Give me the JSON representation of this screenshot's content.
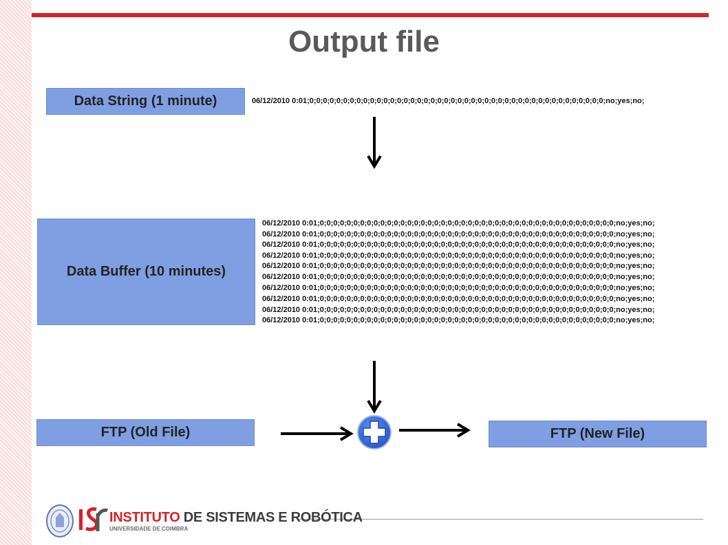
{
  "title": "Output file",
  "data_string": {
    "label": "Data String (1 minute)",
    "value": "06/12/2010 0:01;0;0;0;0;0;0;0;0;0;0;0;0;0;0;0;0;0;0;0;0;0;0;0;0;0;0;0;0;0;0;0;0;0;0;0;0;0;0;0;0;0;0;0;0;no;yes;no;"
  },
  "data_buffer": {
    "label": "Data Buffer (10 minutes)",
    "lines": [
      "06/12/2010 0:01;0;0;0;0;0;0;0;0;0;0;0;0;0;0;0;0;0;0;0;0;0;0;0;0;0;0;0;0;0;0;0;0;0;0;0;0;0;0;0;0;0;0;0;0;no;yes;no;",
      "06/12/2010 0:01;0;0;0;0;0;0;0;0;0;0;0;0;0;0;0;0;0;0;0;0;0;0;0;0;0;0;0;0;0;0;0;0;0;0;0;0;0;0;0;0;0;0;0;0;no;yes;no;",
      "06/12/2010 0:01;0;0;0;0;0;0;0;0;0;0;0;0;0;0;0;0;0;0;0;0;0;0;0;0;0;0;0;0;0;0;0;0;0;0;0;0;0;0;0;0;0;0;0;0;no;yes;no;",
      "06/12/2010 0:01;0;0;0;0;0;0;0;0;0;0;0;0;0;0;0;0;0;0;0;0;0;0;0;0;0;0;0;0;0;0;0;0;0;0;0;0;0;0;0;0;0;0;0;0;no;yes;no;",
      "06/12/2010 0:01;0;0;0;0;0;0;0;0;0;0;0;0;0;0;0;0;0;0;0;0;0;0;0;0;0;0;0;0;0;0;0;0;0;0;0;0;0;0;0;0;0;0;0;0;no;yes;no;",
      "06/12/2010 0:01;0;0;0;0;0;0;0;0;0;0;0;0;0;0;0;0;0;0;0;0;0;0;0;0;0;0;0;0;0;0;0;0;0;0;0;0;0;0;0;0;0;0;0;0;no;yes;no;",
      "06/12/2010 0:01;0;0;0;0;0;0;0;0;0;0;0;0;0;0;0;0;0;0;0;0;0;0;0;0;0;0;0;0;0;0;0;0;0;0;0;0;0;0;0;0;0;0;0;0;no;yes;no;",
      "06/12/2010 0:01;0;0;0;0;0;0;0;0;0;0;0;0;0;0;0;0;0;0;0;0;0;0;0;0;0;0;0;0;0;0;0;0;0;0;0;0;0;0;0;0;0;0;0;0;no;yes;no;",
      "06/12/2010 0:01;0;0;0;0;0;0;0;0;0;0;0;0;0;0;0;0;0;0;0;0;0;0;0;0;0;0;0;0;0;0;0;0;0;0;0;0;0;0;0;0;0;0;0;0;no;yes;no;",
      "06/12/2010 0:01;0;0;0;0;0;0;0;0;0;0;0;0;0;0;0;0;0;0;0;0;0;0;0;0;0;0;0;0;0;0;0;0;0;0;0;0;0;0;0;0;0;0;0;0;no;yes;no;"
    ]
  },
  "ftp_old": {
    "label": "FTP (Old File)"
  },
  "ftp_new": {
    "label": "FTP (New File)"
  },
  "merge_symbol": "+",
  "footer": {
    "logo_text_highlight": "INSTITUTO",
    "logo_text_rest": " DE SISTEMAS E ROBÓTICA",
    "logo_subtext": "UNIVERSIDADE DE COIMBRA",
    "logo_mark": "ISR"
  },
  "colors": {
    "accent_bar": "#d92024",
    "box_fill": "#7f9fe2",
    "title_text": "#5a5a5a",
    "plus_circle": "#3a6fd8"
  }
}
